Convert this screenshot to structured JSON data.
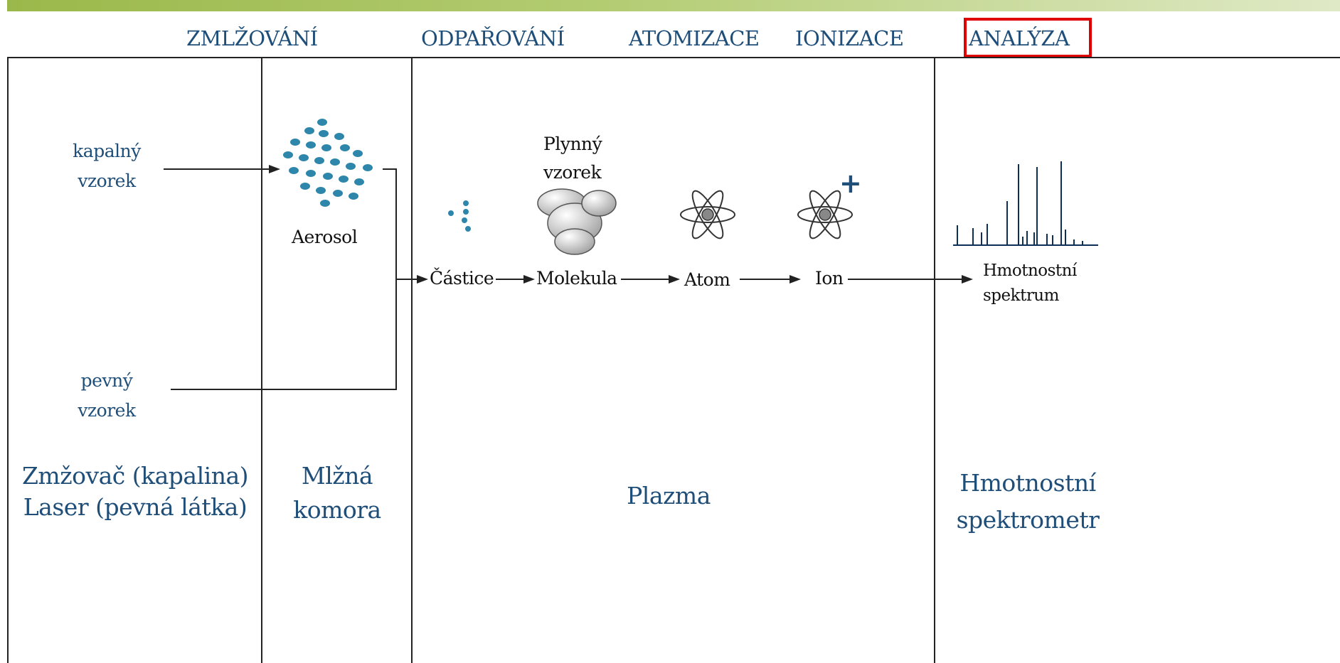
{
  "stages": {
    "zmlzovani": "ZMLŽOVÁNÍ",
    "odparovani": "ODPAŘOVÁNÍ",
    "atomizace": "ATOMIZACE",
    "ionizace": "IONIZACE",
    "analyza": "ANALÝZA"
  },
  "inputs": {
    "liquid_line1": "kapalný",
    "liquid_line2": "vzorek",
    "solid_line1": "pevný",
    "solid_line2": "vzorek"
  },
  "flow": {
    "aerosol": "Aerosol",
    "gas_line1": "Plynný",
    "gas_line2": "vzorek",
    "particle": "Částice",
    "molecule": "Molekula",
    "atom": "Atom",
    "ion": "Ion",
    "ion_charge": "+",
    "spectrum_line1": "Hmotnostní",
    "spectrum_line2": "spektrum"
  },
  "components": {
    "nebulizer_line1": "Zmžovač (kapalina)",
    "nebulizer_line2": "Laser (pevná látka)",
    "chamber_line1": "Mlžná",
    "chamber_line2": "komora",
    "plasma": "Plazma",
    "ms_line1": "Hmotnostní",
    "ms_line2": "spektrometr"
  },
  "colors": {
    "text_blue": "#1f4e79",
    "particle_teal": "#2e86ab",
    "highlight_red": "#e00000",
    "top_bar_green": "#9ab84a"
  }
}
